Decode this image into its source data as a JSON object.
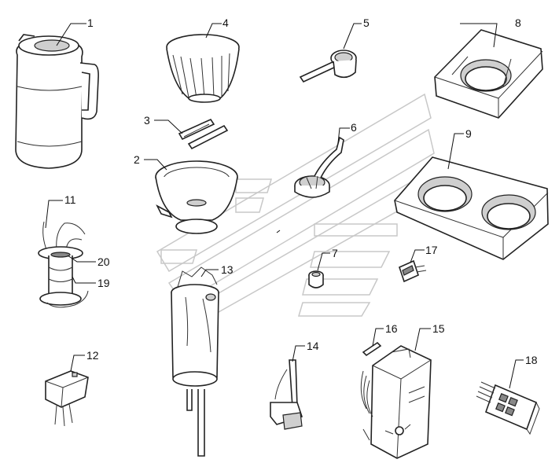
{
  "labels": {
    "p1": "1",
    "p2": "2",
    "p3": "3",
    "p4": "4",
    "p5": "5",
    "p6": "6",
    "p7": "7",
    "p8": "8",
    "p9": "9",
    "p11": "11",
    "p12": "12",
    "p13": "13",
    "p14": "14",
    "p15": "15",
    "p16": "16",
    "p17": "17",
    "p18": "18",
    "p19": "19",
    "p20": "20"
  },
  "colors": {
    "line": "#111111",
    "watermark": "#c8c8c8",
    "shade": "#cfcfcf"
  }
}
